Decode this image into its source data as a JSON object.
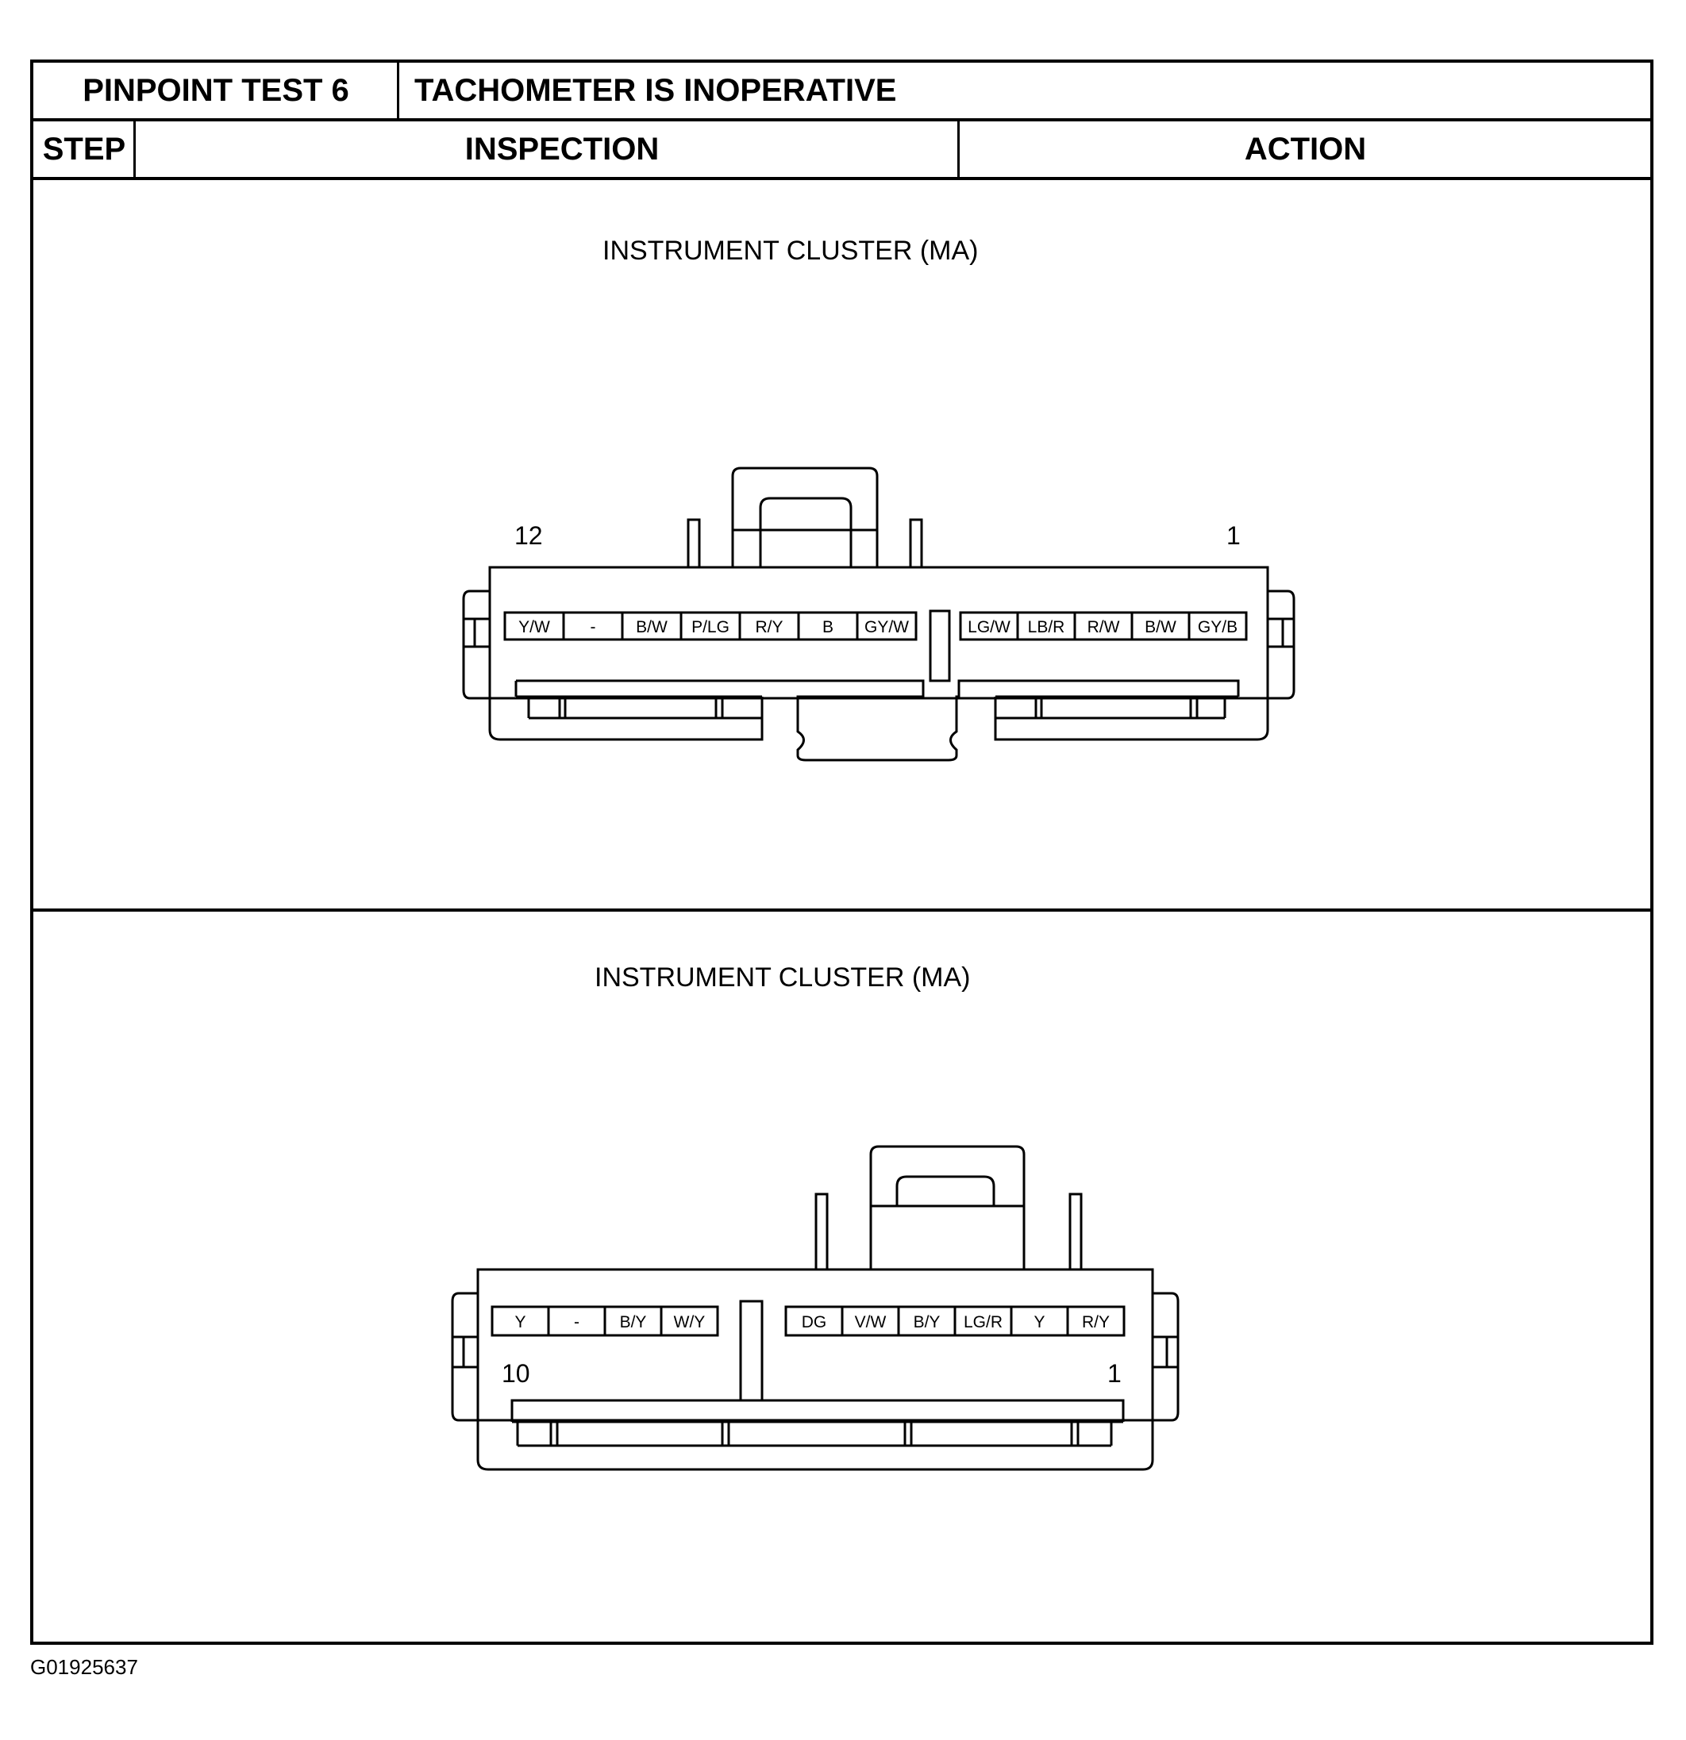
{
  "header": {
    "test_number": "PINPOINT TEST 6",
    "test_title": "TACHOMETER IS INOPERATIVE",
    "col_step": "STEP",
    "col_inspection": "INSPECTION",
    "col_action": "ACTION"
  },
  "connector_top": {
    "caption": "INSTRUMENT CLUSTER (MA)",
    "pin_first": "12",
    "pin_last": "1",
    "left_wires": [
      "Y/W",
      "-",
      "B/W",
      "P/LG",
      "R/Y",
      "B",
      "GY/W"
    ],
    "right_wires": [
      "LG/W",
      "LB/R",
      "R/W",
      "B/W",
      "GY/B"
    ]
  },
  "connector_bottom": {
    "caption": "INSTRUMENT CLUSTER (MA)",
    "pin_first": "10",
    "pin_last": "1",
    "left_wires": [
      "Y",
      "-",
      "B/Y",
      "W/Y"
    ],
    "right_wires": [
      "DG",
      "V/W",
      "B/Y",
      "LG/R",
      "Y",
      "R/Y"
    ]
  },
  "figure_id": "G01925637"
}
